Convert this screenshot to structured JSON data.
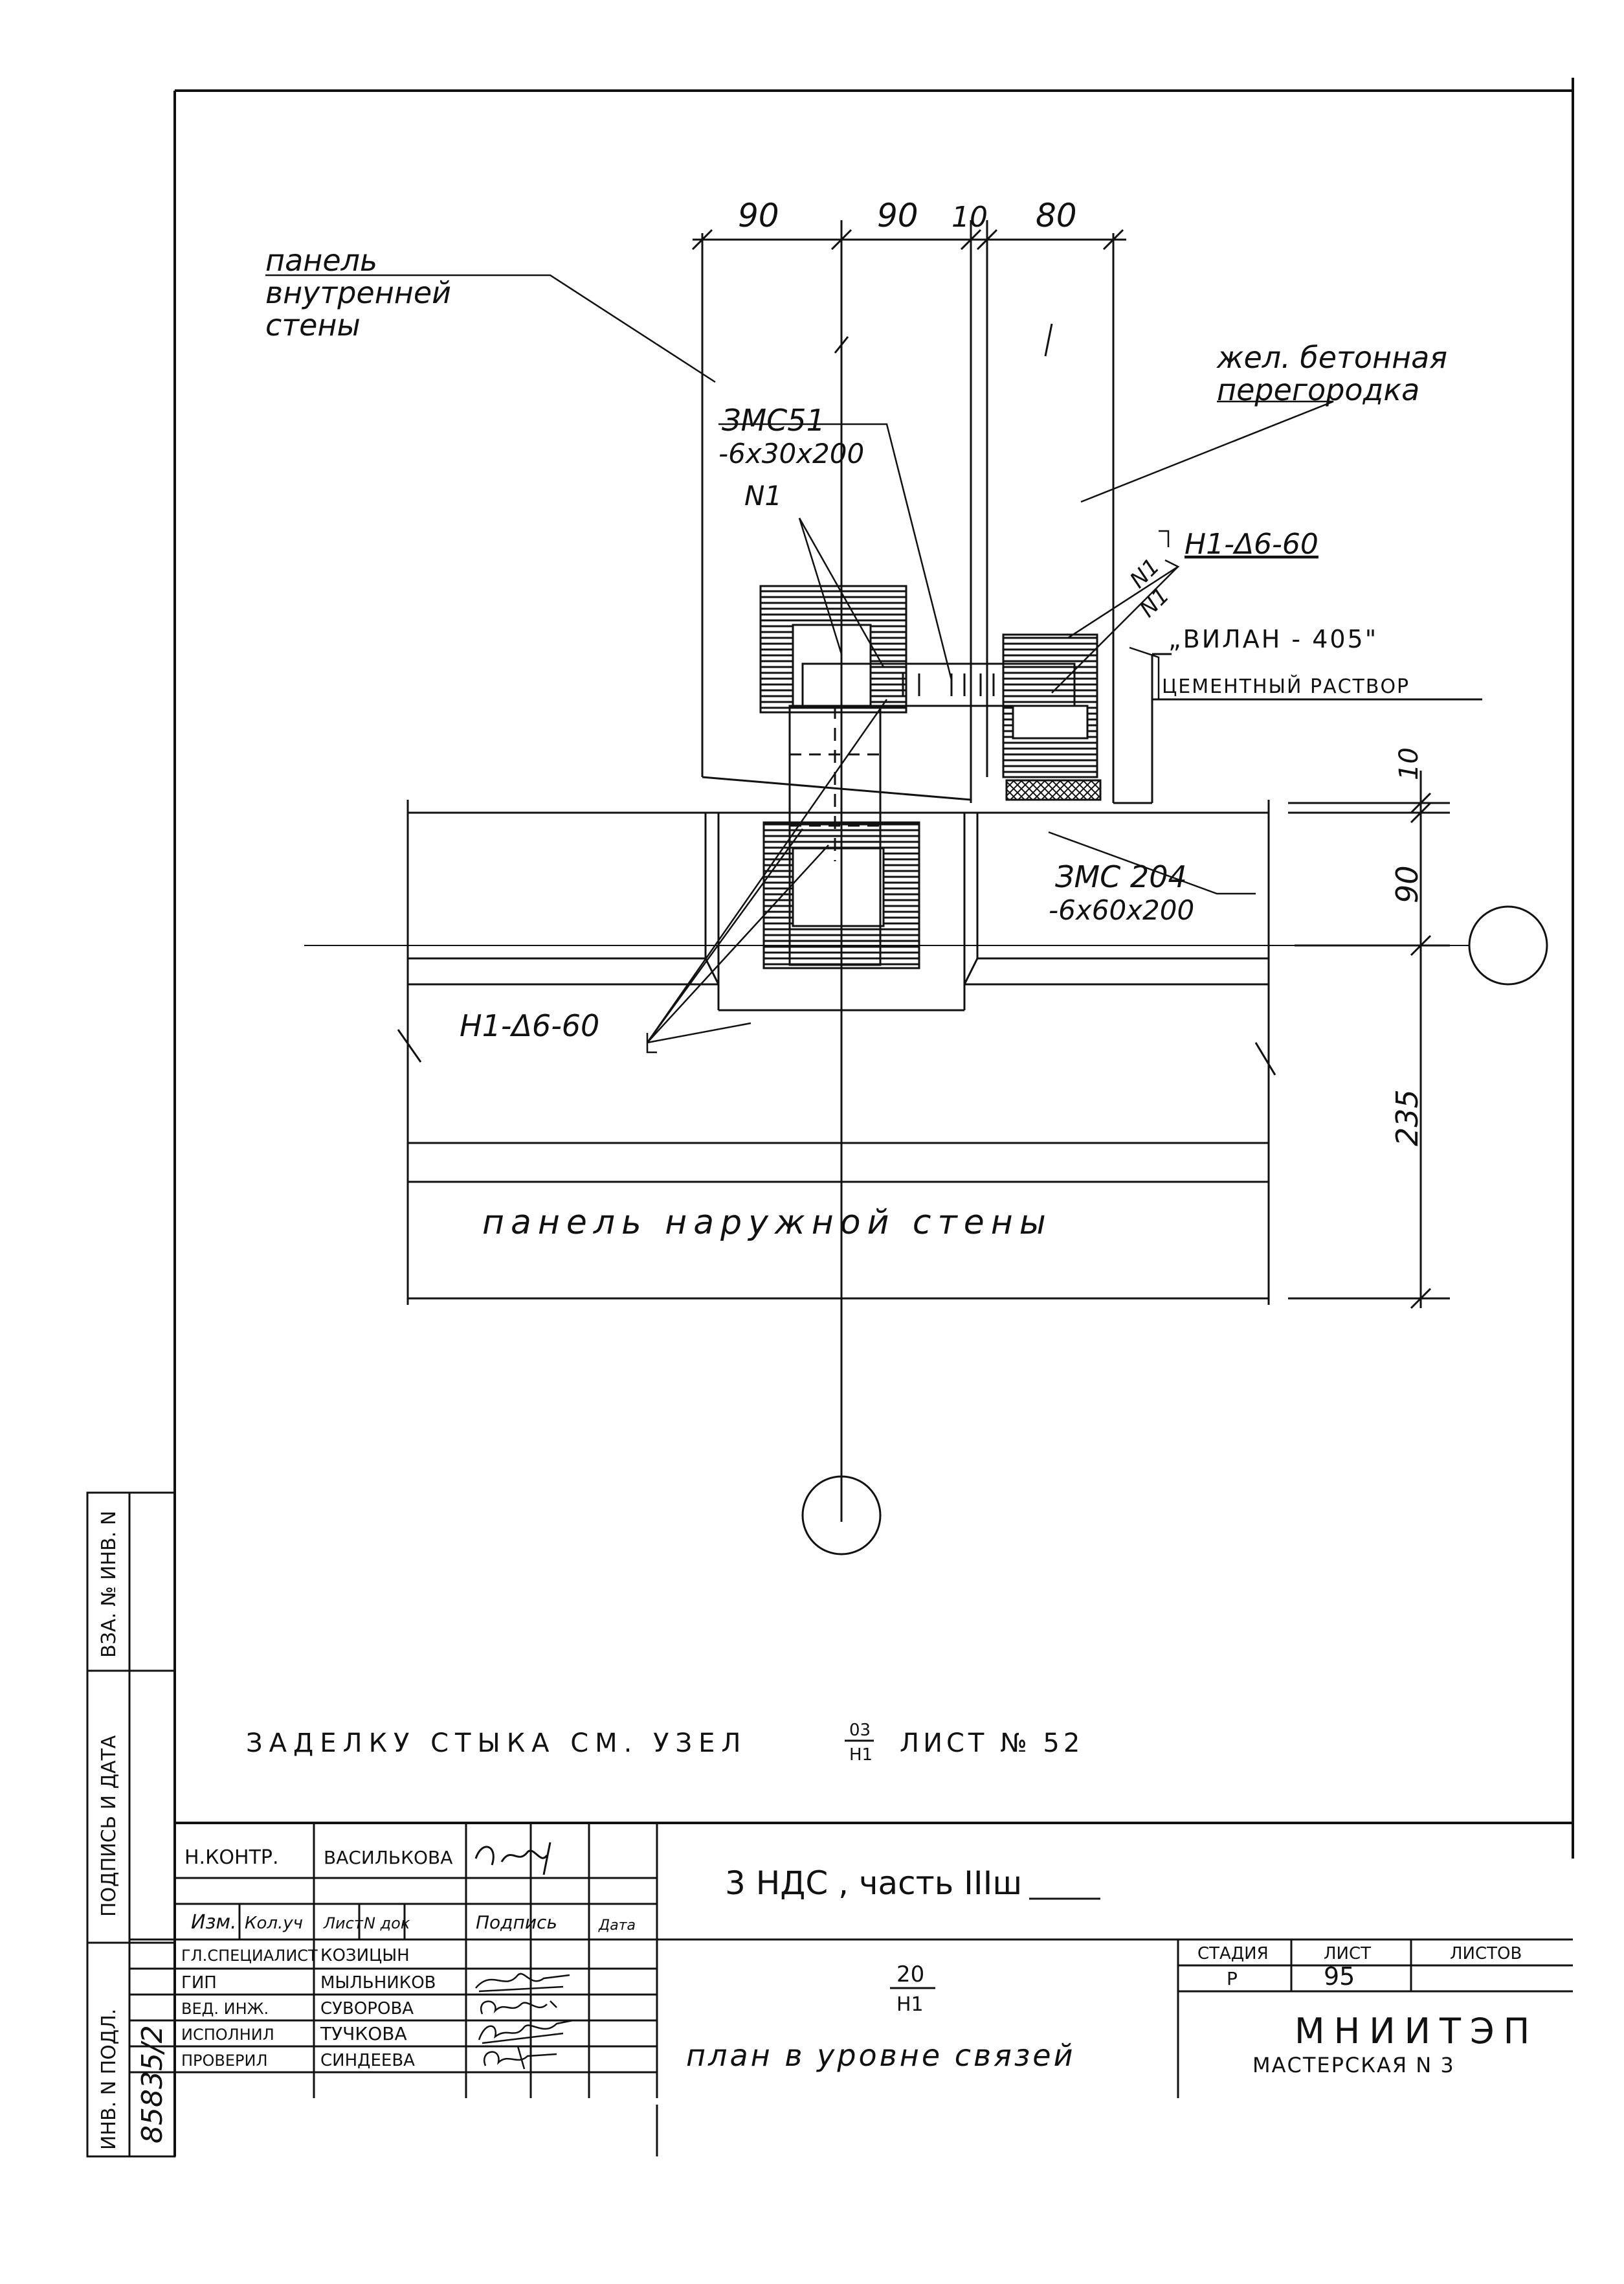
{
  "drawing": {
    "dimensions_top": [
      "90",
      "90",
      "10",
      "80"
    ],
    "dimensions_right": [
      "10",
      "90",
      "235"
    ],
    "labels": {
      "inner_panel": [
        "панель",
        "внутренней",
        "стены"
      ],
      "partition": [
        "жел. бетонная",
        "перегородка"
      ],
      "part_a": [
        "ЗМС51",
        "-6х30х200",
        "N1"
      ],
      "anchor_right": "Н1-Δ6-60",
      "n1_a": "N1",
      "n1_b": "N1",
      "vilan": "„ВИЛАН - 405\"",
      "mortar": "ЦЕМЕНТНЫЙ РАСТВОР",
      "part_b": [
        "ЗМС 204",
        "-6х60х200"
      ],
      "anchor_left": "Н1-Δ6-60",
      "outer_panel": "панель наружной стены"
    },
    "note": {
      "text_before": "ЗАДЕЛКУ СТЫКА СМ. УЗЕЛ",
      "node_top": "03",
      "node_bottom": "Н1",
      "text_after": "ЛИСТ № 52"
    }
  },
  "left_strip": [
    "ВЗА. № ИНВ. N",
    "ПОДПИСЬ И ДАТА",
    "ИНВ. N ПОДЛ."
  ],
  "left_strip_value": "85835/2",
  "title_block": {
    "n_kontr_label": "Н.КОНТР.",
    "n_kontr_name": "ВАСИЛЬКОВА",
    "headers": [
      "Изм.",
      "Кол.уч",
      "Лист",
      "N док",
      "Подпись",
      "Дата"
    ],
    "roles": [
      {
        "role": "ГЛ.СПЕЦИАЛИСТ",
        "name": "КОЗИЦЫН"
      },
      {
        "role": "ГИП",
        "name": "МЫЛЬНИКОВ"
      },
      {
        "role": "ВЕД. ИНЖ.",
        "name": "СУВОРОВА"
      },
      {
        "role": "ИСПОЛНИЛ",
        "name": "ТУЧКОВА"
      },
      {
        "role": "ПРОВЕРИЛ",
        "name": "СИНДЕЕВА"
      }
    ],
    "project": "3 НДС , часть IIIш",
    "node_top": "20",
    "node_bottom": "Н1",
    "sheet_title": "план в уровне связей",
    "stage_label": "СТАДИЯ",
    "sheet_label": "ЛИСТ",
    "sheets_label": "ЛИСТОВ",
    "stage": "Р",
    "sheet": "95",
    "sheets": "",
    "org": "МНИИТЭП",
    "workshop": "МАСТЕРСКАЯ N 3"
  }
}
